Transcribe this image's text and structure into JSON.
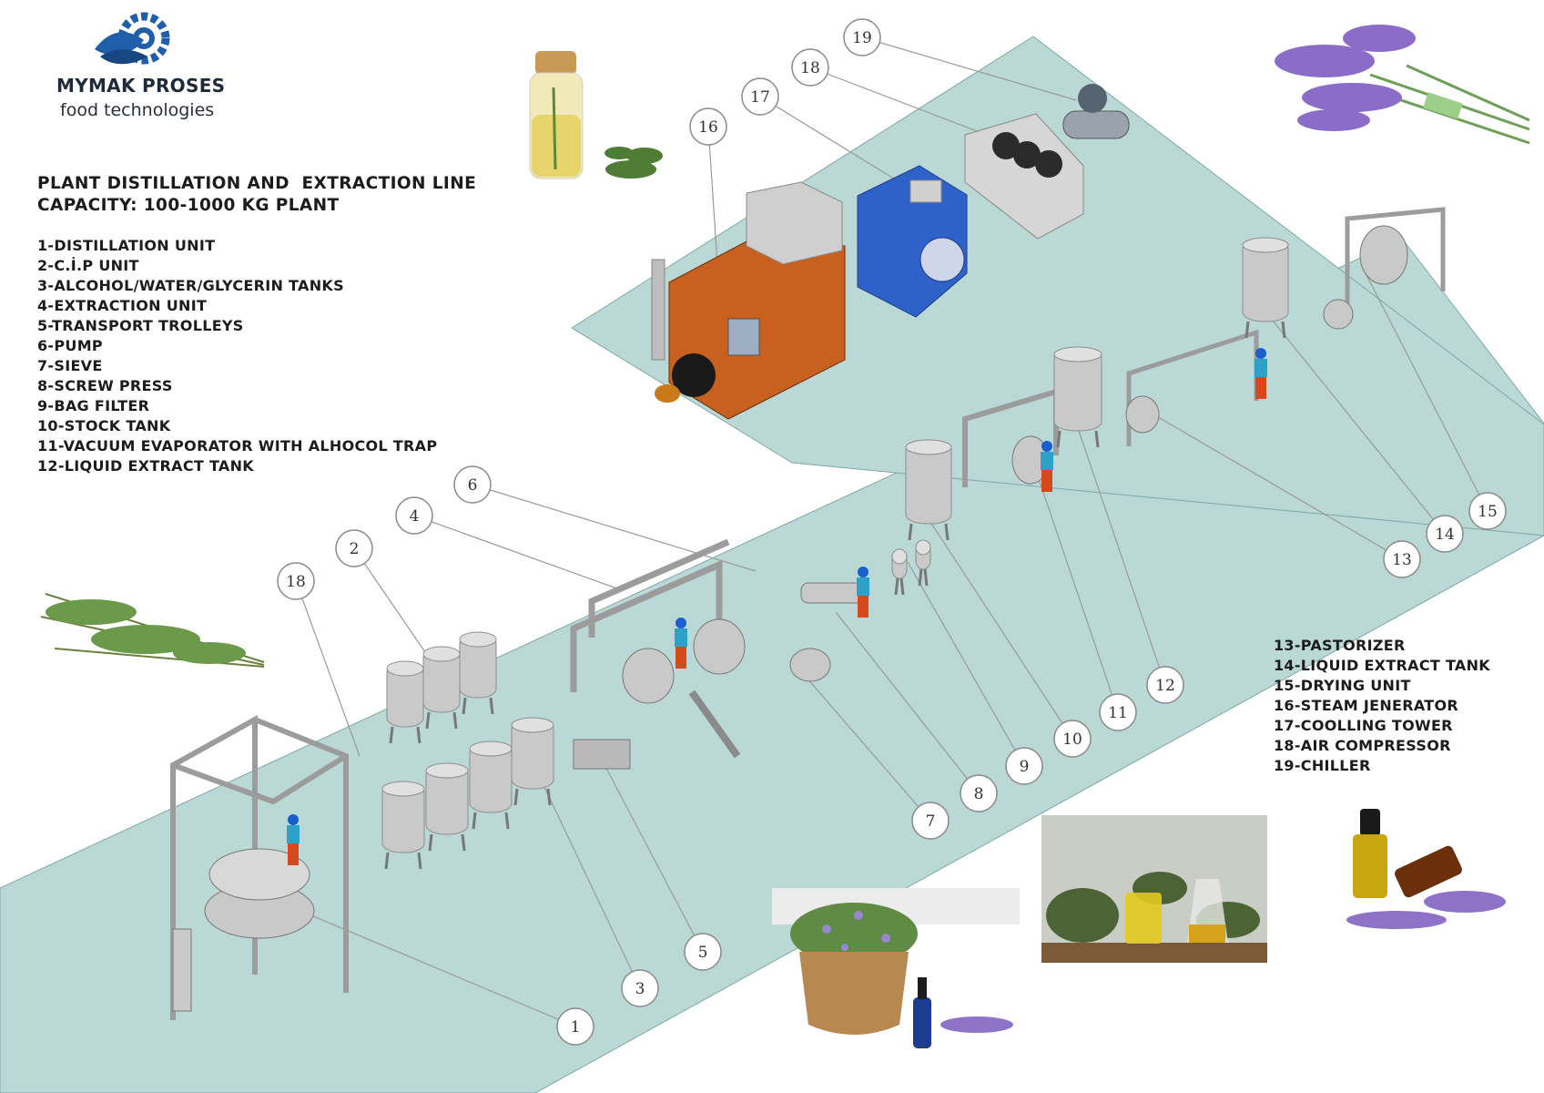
{
  "brand": {
    "name": "MYMAK PROSES",
    "tagline": "food technologies",
    "logo_icon": "gear-wave-logo",
    "color": "#1f5ea8"
  },
  "title": {
    "line1": "PLANT DISTILLATION AND  EXTRACTION LINE",
    "line2": "CAPACITY: 100-1000 KG PLANT"
  },
  "legend_left": [
    "1-DISTILLATION UNIT",
    "2-C.İ.P UNIT",
    "3-ALCOHOL/WATER/GLYCERIN TANKS",
    "4-EXTRACTION UNIT",
    "5-TRANSPORT TROLLEYS",
    "6-PUMP",
    "7-SIEVE",
    "8-SCREW PRESS",
    "9-BAG FILTER",
    "10-STOCK TANK",
    "11-VACUUM EVAPORATOR WITH ALHOCOL TRAP",
    "12-LIQUID EXTRACT TANK"
  ],
  "legend_right": [
    "13-PASTORIZER",
    "14-LIQUID EXTRACT TANK",
    "15-DRYING UNIT",
    "16-STEAM JENERATOR",
    "17-COOLLING TOWER",
    "18-AIR COMPRESSOR",
    "19-CHILLER"
  ],
  "callouts": [
    "1",
    "2",
    "3",
    "4",
    "5",
    "6",
    "7",
    "8",
    "9",
    "10",
    "11",
    "12",
    "13",
    "14",
    "15",
    "16",
    "17",
    "18",
    "18",
    "19"
  ],
  "colors": {
    "floor": "#b9d8d6",
    "floor_edge": "#7fa9a6",
    "steel": "#c9c9c9",
    "boiler": "#c8611f",
    "cooling_tower": "#2f62c9",
    "callout_border": "#8a8a8a",
    "text": "#1c1c1c"
  },
  "photos": [
    {
      "icon": "oil-bottle-with-herb-photo"
    },
    {
      "icon": "lavender-bunch-photo"
    },
    {
      "icon": "thyme-sprig-photo"
    },
    {
      "icon": "hemp-oil-jars-photo"
    },
    {
      "icon": "dropper-bottles-lavender-photo"
    },
    {
      "icon": "rosemary-mortar-photo"
    }
  ]
}
